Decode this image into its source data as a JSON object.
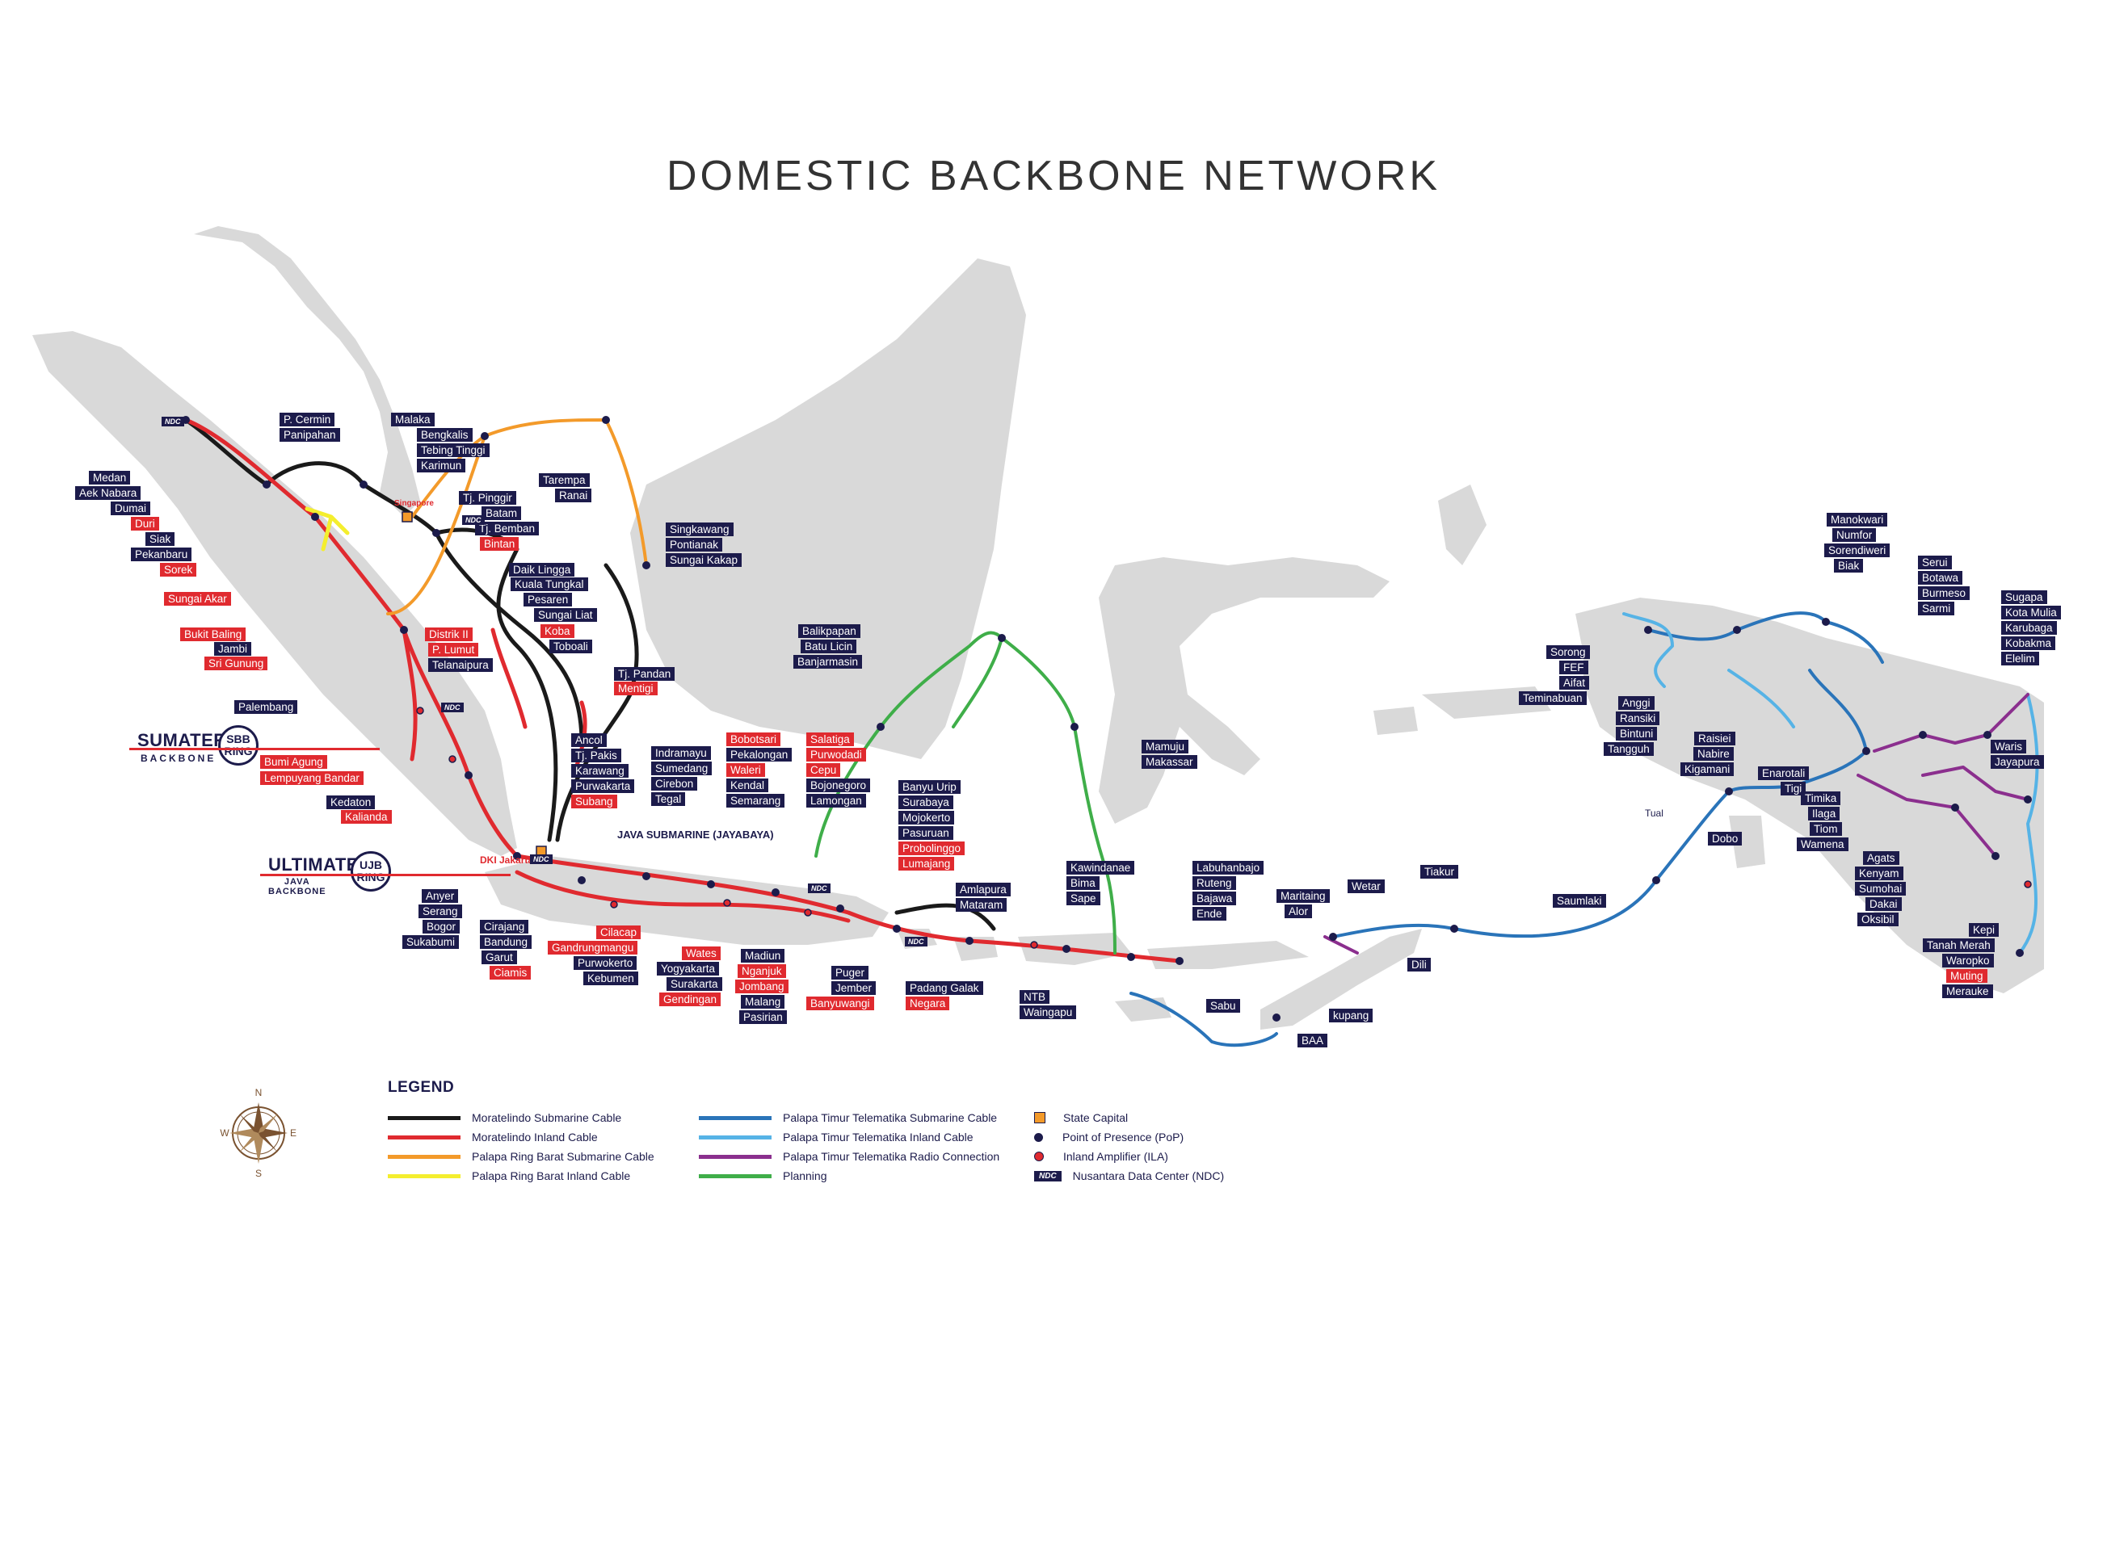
{
  "title": "DOMESTIC BACKBONE NETWORK",
  "colors": {
    "land": "#d9d9d9",
    "moratelindo_submarine": "#1a1a1a",
    "moratelindo_inland": "#e02a2f",
    "palapa_barat_submarine": "#f39a2a",
    "palapa_barat_inland": "#f4ee2e",
    "palapa_timur_submarine": "#2a74b9",
    "palapa_timur_inland": "#56b3e6",
    "palapa_timur_radio": "#8b2f8e",
    "planning": "#3fae49",
    "label_dark": "#1c1b4b",
    "label_red": "#e02a2f"
  },
  "rings": {
    "sbb": {
      "name": "SUMATERA",
      "sub": "BACKBONE",
      "badge_top": "SBB",
      "badge_bottom": "RING"
    },
    "ujb": {
      "name": "ULTIMATE",
      "sub": "JAVA BACKBONE",
      "badge_top": "UJB",
      "badge_bottom": "RING"
    }
  },
  "special_labels": {
    "singapore": "Singapore",
    "dki": "DKI Jakarta",
    "java_submarine": "JAVA SUBMARINE (JAYABAYA)",
    "tual": "Tual"
  },
  "compass": {
    "n": "N",
    "s": "S",
    "e": "E",
    "w": "W"
  },
  "legend": {
    "heading": "LEGEND",
    "items": [
      {
        "label": "Moratelindo Submarine Cable",
        "kind": "line",
        "color": "#1a1a1a"
      },
      {
        "label": "Moratelindo Inland Cable",
        "kind": "line",
        "color": "#e02a2f"
      },
      {
        "label": "Palapa Ring Barat Submarine Cable",
        "kind": "line",
        "color": "#f39a2a"
      },
      {
        "label": "Palapa Ring Barat Inland Cable",
        "kind": "line",
        "color": "#f4ee2e"
      },
      {
        "label": "Palapa Timur Telematika Submarine Cable",
        "kind": "line",
        "color": "#2a74b9"
      },
      {
        "label": "Palapa Timur Telematika Inland Cable",
        "kind": "line",
        "color": "#56b3e6"
      },
      {
        "label": "Palapa Timur Telematika Radio Connection",
        "kind": "line",
        "color": "#8b2f8e"
      },
      {
        "label": "Planning",
        "kind": "line",
        "color": "#3fae49"
      },
      {
        "label": "State Capital",
        "kind": "square"
      },
      {
        "label": "Point of Presence (PoP)",
        "kind": "dot"
      },
      {
        "label": "Inland Amplifier (ILA)",
        "kind": "ila"
      },
      {
        "label": "Nusantara Data Center (NDC)",
        "kind": "ndc"
      }
    ]
  },
  "ndc_text": "NDC",
  "labels": [
    {
      "t": "P. Cermin",
      "c": "dark"
    },
    {
      "t": "Panipahan",
      "c": "dark"
    },
    {
      "t": "Malaka",
      "c": "dark"
    },
    {
      "t": "Bengkalis",
      "c": "dark"
    },
    {
      "t": "Tebing Tinggi",
      "c": "dark"
    },
    {
      "t": "Karimun",
      "c": "dark"
    },
    {
      "t": "Tarempa",
      "c": "dark"
    },
    {
      "t": "Ranai",
      "c": "dark"
    },
    {
      "t": "Medan",
      "c": "dark"
    },
    {
      "t": "Aek Nabara",
      "c": "dark"
    },
    {
      "t": "Dumai",
      "c": "dark"
    },
    {
      "t": "Duri",
      "c": "red"
    },
    {
      "t": "Siak",
      "c": "dark"
    },
    {
      "t": "Pekanbaru",
      "c": "dark"
    },
    {
      "t": "Sorek",
      "c": "red"
    },
    {
      "t": "Sungai Akar",
      "c": "red"
    },
    {
      "t": "Bukit Baling",
      "c": "red"
    },
    {
      "t": "Jambi",
      "c": "dark"
    },
    {
      "t": "Sri Gunung",
      "c": "red"
    },
    {
      "t": "Palembang",
      "c": "dark"
    },
    {
      "t": "Bumi Agung",
      "c": "red"
    },
    {
      "t": "Lempuyang Bandar",
      "c": "red"
    },
    {
      "t": "Kedaton",
      "c": "dark"
    },
    {
      "t": "Kalianda",
      "c": "red"
    },
    {
      "t": "Tj. Pinggir",
      "c": "dark"
    },
    {
      "t": "Batam",
      "c": "dark"
    },
    {
      "t": "Tj. Bemban",
      "c": "dark"
    },
    {
      "t": "Bintan",
      "c": "red"
    },
    {
      "t": "Daik Lingga",
      "c": "dark"
    },
    {
      "t": "Kuala Tungkal",
      "c": "dark"
    },
    {
      "t": "Pesaren",
      "c": "dark"
    },
    {
      "t": "Sungai Liat",
      "c": "dark"
    },
    {
      "t": "Distrik II",
      "c": "red"
    },
    {
      "t": "Koba",
      "c": "red"
    },
    {
      "t": "P. Lumut",
      "c": "red"
    },
    {
      "t": "Toboali",
      "c": "dark"
    },
    {
      "t": "Telanaipura",
      "c": "dark"
    },
    {
      "t": "Tj. Pandan",
      "c": "dark"
    },
    {
      "t": "Mentigi",
      "c": "red"
    },
    {
      "t": "Singkawang",
      "c": "dark"
    },
    {
      "t": "Pontianak",
      "c": "dark"
    },
    {
      "t": "Sungai Kakap",
      "c": "dark"
    },
    {
      "t": "Balikpapan",
      "c": "dark"
    },
    {
      "t": "Batu Licin",
      "c": "dark"
    },
    {
      "t": "Banjarmasin",
      "c": "dark"
    },
    {
      "t": "Mamuju",
      "c": "dark"
    },
    {
      "t": "Makassar",
      "c": "dark"
    },
    {
      "t": "Ancol",
      "c": "dark"
    },
    {
      "t": "Tj. Pakis",
      "c": "dark"
    },
    {
      "t": "Karawang",
      "c": "dark"
    },
    {
      "t": "Purwakarta",
      "c": "dark"
    },
    {
      "t": "Subang",
      "c": "red"
    },
    {
      "t": "Indramayu",
      "c": "dark"
    },
    {
      "t": "Sumedang",
      "c": "dark"
    },
    {
      "t": "Cirebon",
      "c": "dark"
    },
    {
      "t": "Tegal",
      "c": "dark"
    },
    {
      "t": "Bobotsari",
      "c": "red"
    },
    {
      "t": "Pekalongan",
      "c": "dark"
    },
    {
      "t": "Waleri",
      "c": "red"
    },
    {
      "t": "Kendal",
      "c": "dark"
    },
    {
      "t": "Semarang",
      "c": "dark"
    },
    {
      "t": "Salatiga",
      "c": "red"
    },
    {
      "t": "Purwodadi",
      "c": "red"
    },
    {
      "t": "Cepu",
      "c": "red"
    },
    {
      "t": "Bojonegoro",
      "c": "dark"
    },
    {
      "t": "Lamongan",
      "c": "dark"
    },
    {
      "t": "Banyu Urip",
      "c": "dark"
    },
    {
      "t": "Surabaya",
      "c": "dark"
    },
    {
      "t": "Mojokerto",
      "c": "dark"
    },
    {
      "t": "Pasuruan",
      "c": "dark"
    },
    {
      "t": "Probolinggo",
      "c": "red"
    },
    {
      "t": "Lumajang",
      "c": "red"
    },
    {
      "t": "Anyer",
      "c": "dark"
    },
    {
      "t": "Serang",
      "c": "dark"
    },
    {
      "t": "Bogor",
      "c": "dark"
    },
    {
      "t": "Sukabumi",
      "c": "dark"
    },
    {
      "t": "Cirajang",
      "c": "dark"
    },
    {
      "t": "Bandung",
      "c": "dark"
    },
    {
      "t": "Garut",
      "c": "dark"
    },
    {
      "t": "Ciamis",
      "c": "red"
    },
    {
      "t": "Cilacap",
      "c": "red"
    },
    {
      "t": "Gandrungmangu",
      "c": "red"
    },
    {
      "t": "Purwokerto",
      "c": "dark"
    },
    {
      "t": "Kebumen",
      "c": "dark"
    },
    {
      "t": "Wates",
      "c": "red"
    },
    {
      "t": "Yogyakarta",
      "c": "dark"
    },
    {
      "t": "Surakarta",
      "c": "dark"
    },
    {
      "t": "Gendingan",
      "c": "red"
    },
    {
      "t": "Madiun",
      "c": "dark"
    },
    {
      "t": "Nganjuk",
      "c": "red"
    },
    {
      "t": "Jombang",
      "c": "red"
    },
    {
      "t": "Malang",
      "c": "dark"
    },
    {
      "t": "Pasirian",
      "c": "dark"
    },
    {
      "t": "Puger",
      "c": "dark"
    },
    {
      "t": "Jember",
      "c": "dark"
    },
    {
      "t": "Banyuwangi",
      "c": "red"
    },
    {
      "t": "Padang Galak",
      "c": "dark"
    },
    {
      "t": "Negara",
      "c": "red"
    },
    {
      "t": "Amlapura",
      "c": "dark"
    },
    {
      "t": "Mataram",
      "c": "dark"
    },
    {
      "t": "NTB",
      "c": "dark"
    },
    {
      "t": "Waingapu",
      "c": "dark"
    },
    {
      "t": "Kawindanae",
      "c": "dark"
    },
    {
      "t": "Bima",
      "c": "dark"
    },
    {
      "t": "Sape",
      "c": "dark"
    },
    {
      "t": "Labuhanbajo",
      "c": "dark"
    },
    {
      "t": "Ruteng",
      "c": "dark"
    },
    {
      "t": "Bajawa",
      "c": "dark"
    },
    {
      "t": "Ende",
      "c": "dark"
    },
    {
      "t": "Maritaing",
      "c": "dark"
    },
    {
      "t": "Alor",
      "c": "dark"
    },
    {
      "t": "Wetar",
      "c": "dark"
    },
    {
      "t": "Tiakur",
      "c": "dark"
    },
    {
      "t": "Dili",
      "c": "dark"
    },
    {
      "t": "kupang",
      "c": "dark"
    },
    {
      "t": "Sabu",
      "c": "dark"
    },
    {
      "t": "BAA",
      "c": "dark"
    },
    {
      "t": "Saumlaki",
      "c": "dark"
    },
    {
      "t": "Dobo",
      "c": "dark"
    },
    {
      "t": "Sorong",
      "c": "dark"
    },
    {
      "t": "FEF",
      "c": "dark"
    },
    {
      "t": "Aifat",
      "c": "dark"
    },
    {
      "t": "Teminabuan",
      "c": "dark"
    },
    {
      "t": "Anggi",
      "c": "dark"
    },
    {
      "t": "Ransiki",
      "c": "dark"
    },
    {
      "t": "Bintuni",
      "c": "dark"
    },
    {
      "t": "Tangguh",
      "c": "dark"
    },
    {
      "t": "Raisiei",
      "c": "dark"
    },
    {
      "t": "Nabire",
      "c": "dark"
    },
    {
      "t": "Kigamani",
      "c": "dark"
    },
    {
      "t": "Enarotali",
      "c": "dark"
    },
    {
      "t": "Tigi",
      "c": "dark"
    },
    {
      "t": "Manokwari",
      "c": "dark"
    },
    {
      "t": "Numfor",
      "c": "dark"
    },
    {
      "t": "Sorendiweri",
      "c": "dark"
    },
    {
      "t": "Biak",
      "c": "dark"
    },
    {
      "t": "Serui",
      "c": "dark"
    },
    {
      "t": "Botawa",
      "c": "dark"
    },
    {
      "t": "Burmeso",
      "c": "dark"
    },
    {
      "t": "Sarmi",
      "c": "dark"
    },
    {
      "t": "Sugapa",
      "c": "dark"
    },
    {
      "t": "Kota Mulia",
      "c": "dark"
    },
    {
      "t": "Karubaga",
      "c": "dark"
    },
    {
      "t": "Kobakma",
      "c": "dark"
    },
    {
      "t": "Elelim",
      "c": "dark"
    },
    {
      "t": "Waris",
      "c": "dark"
    },
    {
      "t": "Jayapura",
      "c": "dark"
    },
    {
      "t": "Timika",
      "c": "dark"
    },
    {
      "t": "Ilaga",
      "c": "dark"
    },
    {
      "t": "Tiom",
      "c": "dark"
    },
    {
      "t": "Wamena",
      "c": "dark"
    },
    {
      "t": "Agats",
      "c": "dark"
    },
    {
      "t": "Kenyam",
      "c": "dark"
    },
    {
      "t": "Sumohai",
      "c": "dark"
    },
    {
      "t": "Dakai",
      "c": "dark"
    },
    {
      "t": "Oksibil",
      "c": "dark"
    },
    {
      "t": "Kepi",
      "c": "dark"
    },
    {
      "t": "Tanah Merah",
      "c": "dark"
    },
    {
      "t": "Waropko",
      "c": "dark"
    },
    {
      "t": "Muting",
      "c": "red"
    },
    {
      "t": "Merauke",
      "c": "dark"
    }
  ]
}
